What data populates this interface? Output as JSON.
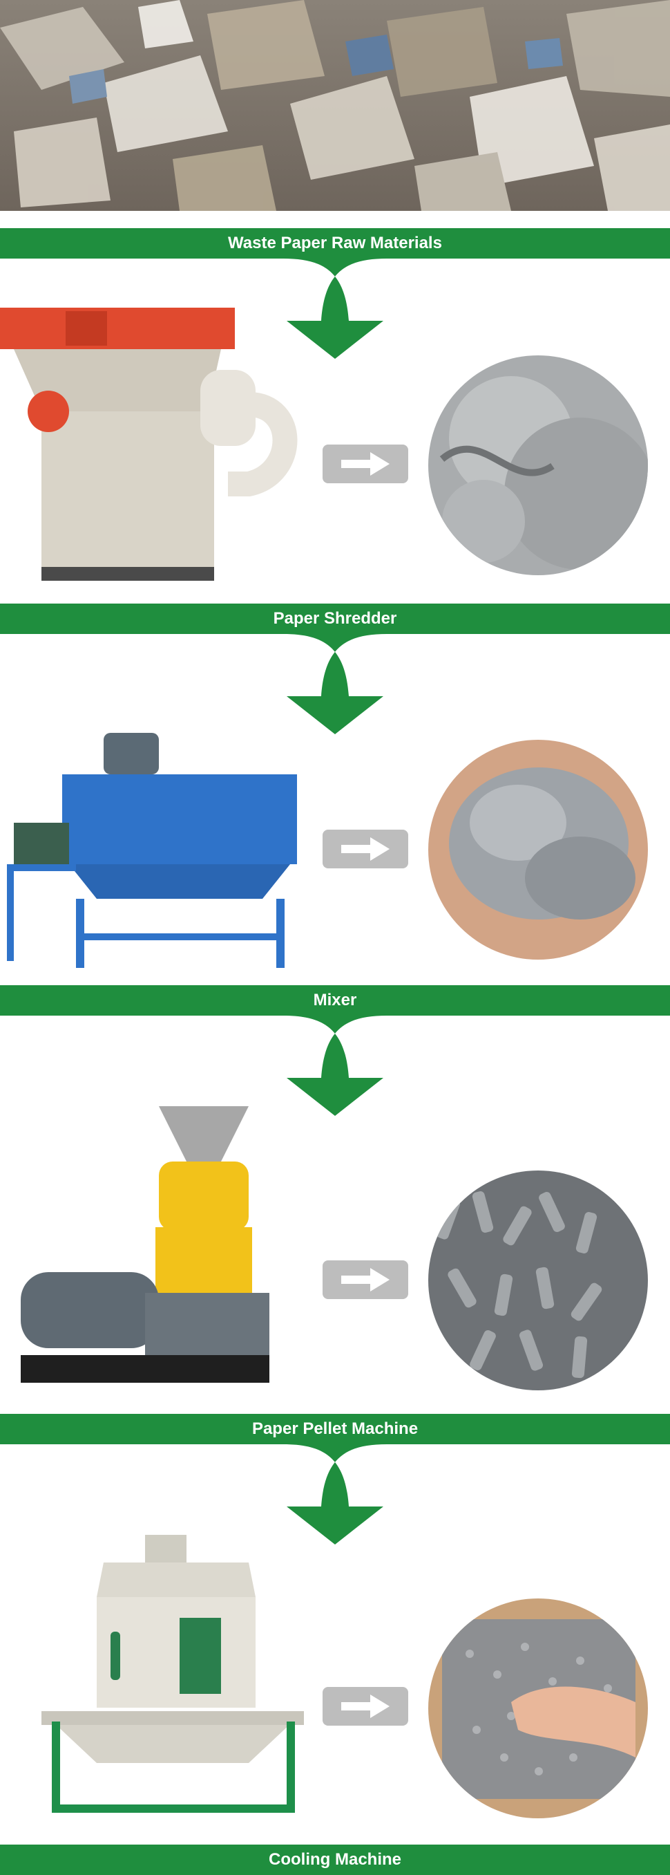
{
  "steps": [
    {
      "label": "Waste Paper Raw Materials"
    },
    {
      "label": "Paper Shredder"
    },
    {
      "label": "Mixer"
    },
    {
      "label": "Paper Pellet Machine"
    },
    {
      "label": "Cooling Machine"
    }
  ],
  "colors": {
    "banner_green": "#1f8e3e",
    "arrow_gray": "#bdbdbd",
    "background": "#ffffff"
  },
  "icons": {
    "flow_arrow": "right-arrow-icon",
    "down_arrow": "down-arrow-icon"
  }
}
